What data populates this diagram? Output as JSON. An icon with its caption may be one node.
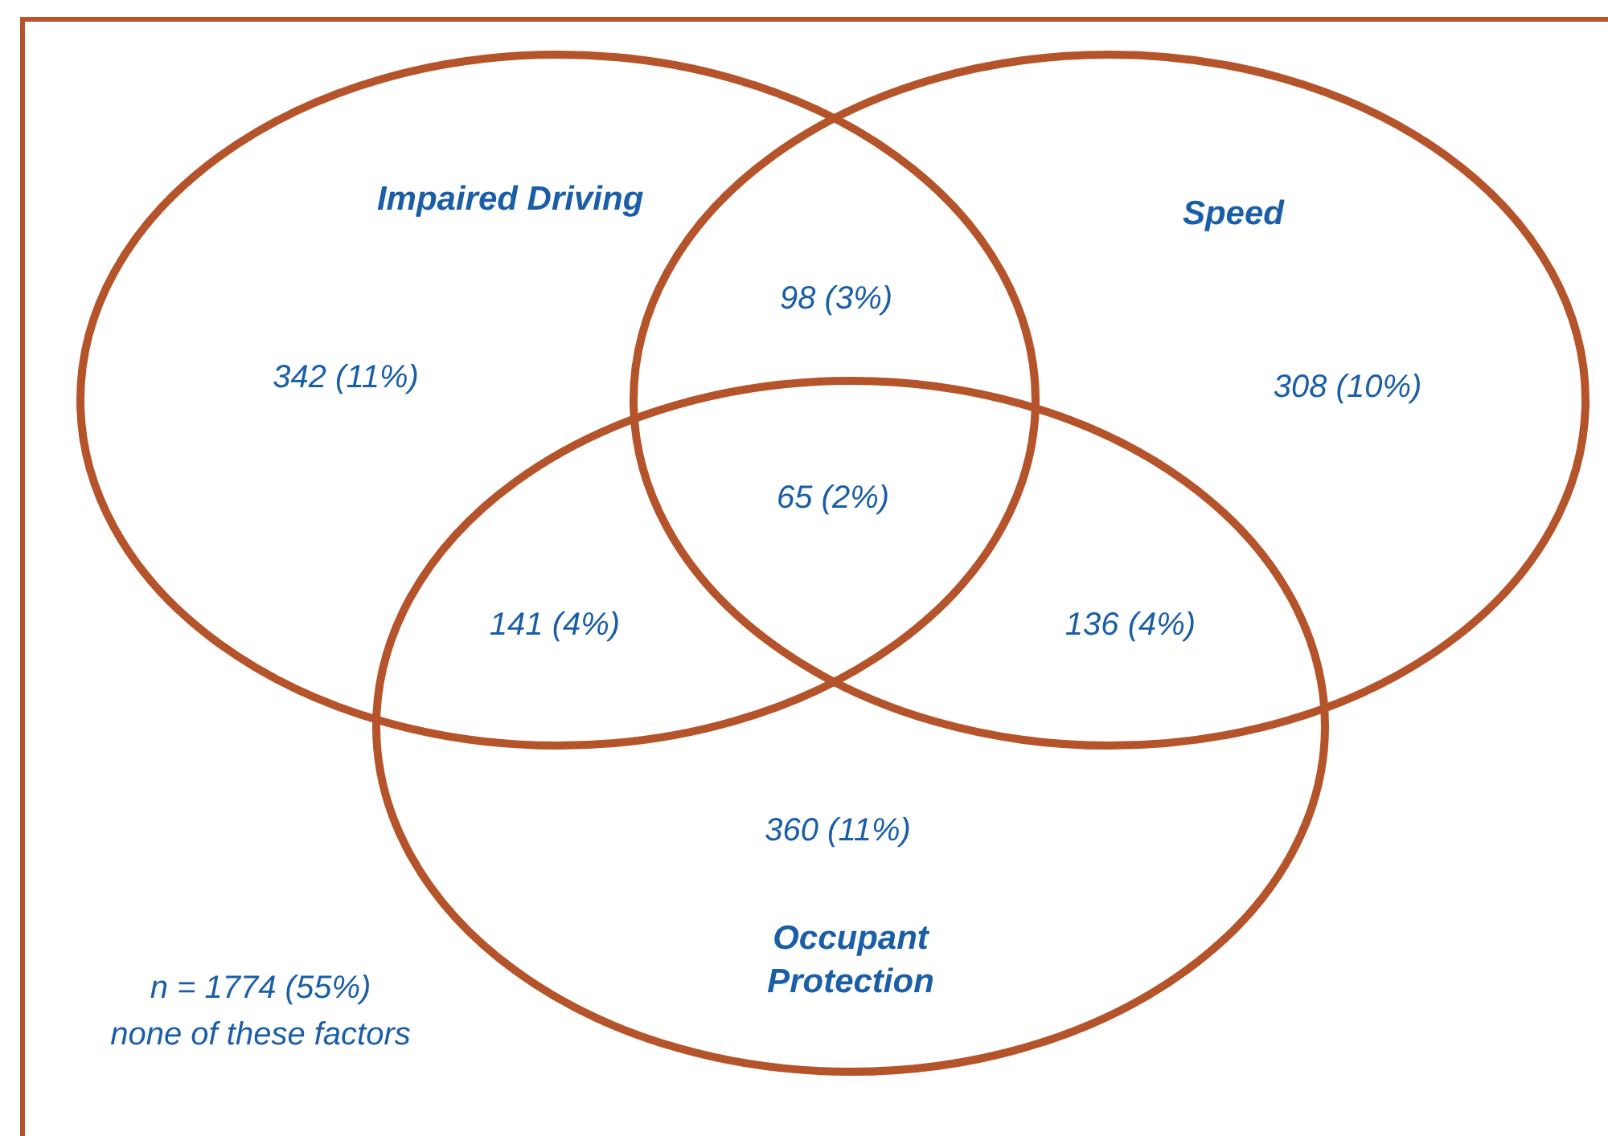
{
  "diagram": {
    "nodes": [
      {
        "text": [
          "Impaired Driving"
        ]
      },
      {
        "text": [
          "Speed"
        ]
      },
      {
        "text": [
          "Occupant Protection"
        ]
      }
    ],
    "labels": [
      "342 (11%)",
      "98 (3%)",
      "308 (10%)",
      "65 (2%)",
      "141 (4%)",
      "136 (4%)",
      "360 (11%)",
      "n = 1774 (55%)",
      "none of these factors"
    ]
  }
}
